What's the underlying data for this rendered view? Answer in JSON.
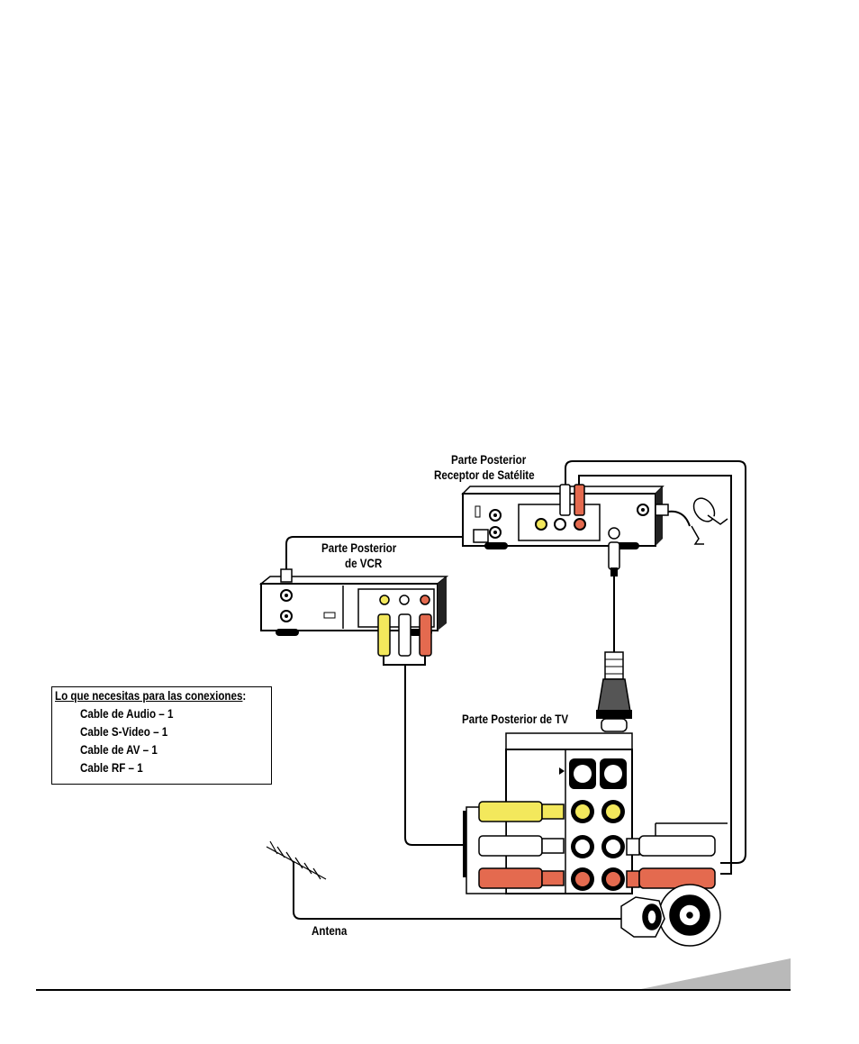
{
  "labels": {
    "satellite_back_line1": "Parte Posterior",
    "satellite_back_line2": "Receptor de Satélite",
    "vcr_back_line1": "Parte Posterior",
    "vcr_back_line2": "de VCR",
    "tv_back": "Parte Posterior de TV",
    "antenna": "Antena"
  },
  "needs": {
    "title": "Lo que necesitas para las conexiones",
    "title_suffix": ":",
    "items": [
      "Cable de Audio – 1",
      "Cable S-Video – 1",
      "Cable de AV – 1",
      "Cable RF – 1"
    ]
  },
  "colors": {
    "video_yellow": "#f3e85c",
    "audio_red": "#e46a4f",
    "audio_white": "#ffffff",
    "tab_gray": "#b9b9b9"
  }
}
